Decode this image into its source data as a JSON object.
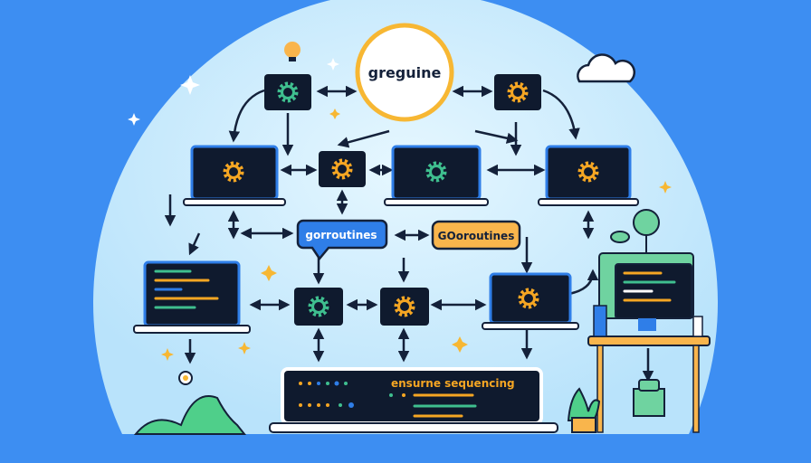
{
  "center_label": "greguine",
  "bubble_blue": "gorroutines",
  "bubble_orange": "GOoroutines",
  "code_caption": "ensurne sequencing",
  "colors": {
    "background": "#3d8ef2",
    "circle": "#cdeefb",
    "dark": "#0f1a2e",
    "gear_orange": "#f5a623",
    "gear_green": "#3fbf8f",
    "blue": "#2f7ee8",
    "orange": "#f9b54c"
  }
}
